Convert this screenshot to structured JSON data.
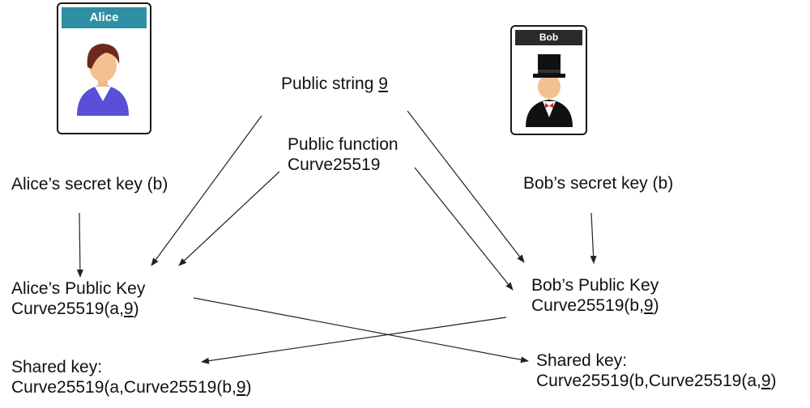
{
  "alice": {
    "name": "Alice"
  },
  "bob": {
    "name": "Bob"
  },
  "public_string": {
    "text": "Public string ",
    "value": "9"
  },
  "public_function": {
    "line1": "Public function",
    "line2": "Curve25519"
  },
  "alice_secret": {
    "text": "Alice’s secret key (b)"
  },
  "bob_secret": {
    "text": "Bob’s secret key (b)"
  },
  "alice_public": {
    "line1": "Alice’s Public Key",
    "line2_pre": "Curve25519(a,",
    "line2_val": "9",
    "line2_post": ")"
  },
  "bob_public": {
    "line1": "Bob’s Public Key",
    "line2_pre": "Curve25519(b,",
    "line2_val": "9",
    "line2_post": ")"
  },
  "alice_shared": {
    "line1": "Shared key:",
    "line2_pre": "Curve25519(a,Curve25519(b,",
    "line2_val": "9",
    "line2_post": ")"
  },
  "bob_shared": {
    "line1": "Shared key:",
    "line2_pre": "Curve25519(b,Curve25519(a,",
    "line2_val": "9",
    "line2_post": ")"
  },
  "colors": {
    "alice_header": "#2f8fa3",
    "bob_header": "#2a2a2a",
    "arrow": "#222222"
  }
}
